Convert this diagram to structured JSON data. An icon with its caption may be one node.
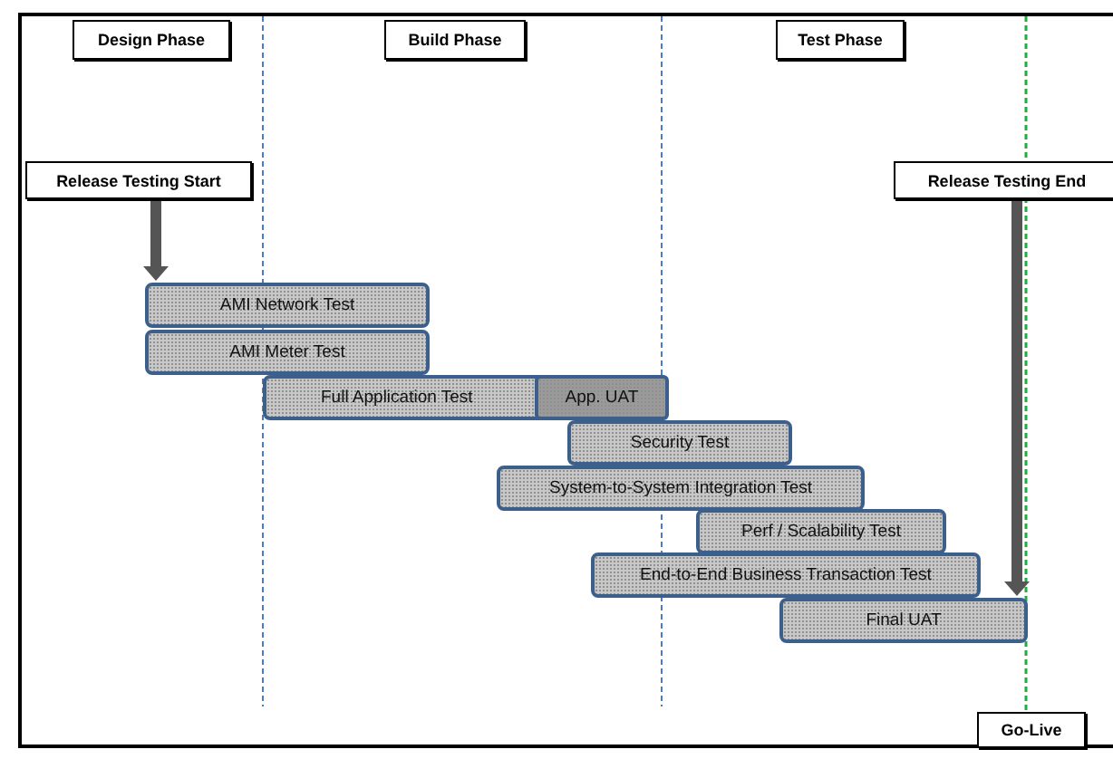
{
  "diagram": {
    "nodes": [
      {
        "text": [
          "Design Phase"
        ]
      },
      {
        "text": [
          "Build Phase"
        ]
      },
      {
        "text": [
          "Test Phase"
        ]
      },
      {
        "text": [
          "Release Testing Start"
        ]
      },
      {
        "text": [
          "Release Testing End"
        ]
      },
      {
        "text": [
          "AMI Network Test"
        ]
      },
      {
        "text": [
          "AMI Meter Test"
        ]
      },
      {
        "text": [
          "Full Application Test"
        ]
      },
      {
        "text": [
          "App. UAT"
        ],
        "in": 7
      },
      {
        "text": [
          "Security Test"
        ]
      },
      {
        "text": [
          "System-to-System Integration Test"
        ]
      },
      {
        "text": [
          "Perf / Scalability Test"
        ]
      },
      {
        "text": [
          "End-to-End Business Transaction Test"
        ]
      },
      {
        "text": [
          "Final UAT"
        ]
      },
      {
        "text": [
          "Go-Live"
        ]
      }
    ],
    "edges": [
      {
        "from": 3,
        "to": 5,
        "arrow": "to"
      },
      {
        "from": 4,
        "to": 13,
        "arrow": "to"
      }
    ]
  }
}
